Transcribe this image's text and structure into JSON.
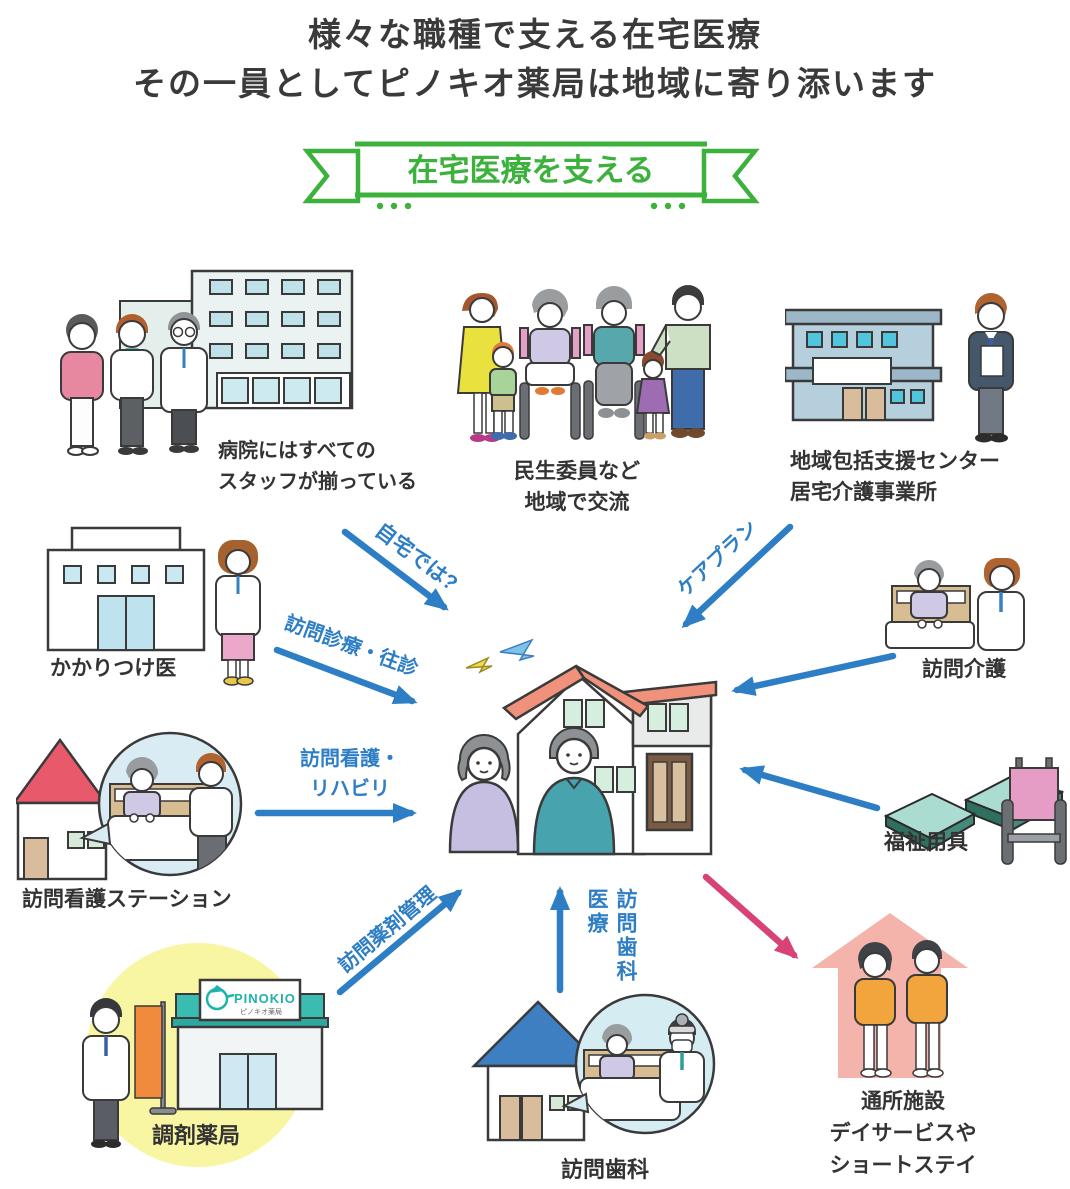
{
  "title": {
    "line1": "様々な職種で支える在宅医療",
    "line2": "その一員としてピノキオ薬局は地域に寄り添います"
  },
  "banner": {
    "text": "在宅医療を支える"
  },
  "nodes": {
    "hospital": {
      "line1": "病院にはすべての",
      "line2": "スタッフが揃っている"
    },
    "community": {
      "line1": "民生委員など",
      "line2": "地域で交流"
    },
    "support_center": {
      "line1": "地域包括支援センター",
      "line2": "居宅介護事業所"
    },
    "family_doctor": {
      "label": "かかりつけ医"
    },
    "home_nursing": {
      "label": "訪問看護ステーション"
    },
    "home_care": {
      "label": "訪問介護"
    },
    "welfare": {
      "label": "福祉用具"
    },
    "pharmacy": {
      "label": "調剤薬局",
      "brand": "PINOKIO",
      "brand_sub": "ピノキオ薬局"
    },
    "dental": {
      "label": "訪問歯科"
    },
    "day_service": {
      "line1": "通所施設",
      "line2": "デイサービスや",
      "line3": "ショートステイ"
    }
  },
  "arrows": {
    "home_question": "自宅では?",
    "care_plan": "ケアプラン",
    "visit_care": "訪問診療・往診",
    "nursing_line1": "訪問看護・",
    "nursing_line2": "リハビリ",
    "pharmacy_mgmt": "訪問薬剤管理",
    "dental_line1": "訪問歯科",
    "dental_line2": "医療"
  },
  "colors": {
    "arrow_blue": "#2e7ec6",
    "arrow_pink": "#d84377",
    "banner_green": "#3cb13c",
    "text_dark": "#333333",
    "roof_salmon": "#f0917b",
    "roof_red": "#e85a6b",
    "roof_blue": "#3d7fc1",
    "pharmacy_circle_yellow": "#f8f6a2",
    "day_service_pink": "#f4b4ab",
    "brand_teal": "#1fb2a9"
  }
}
